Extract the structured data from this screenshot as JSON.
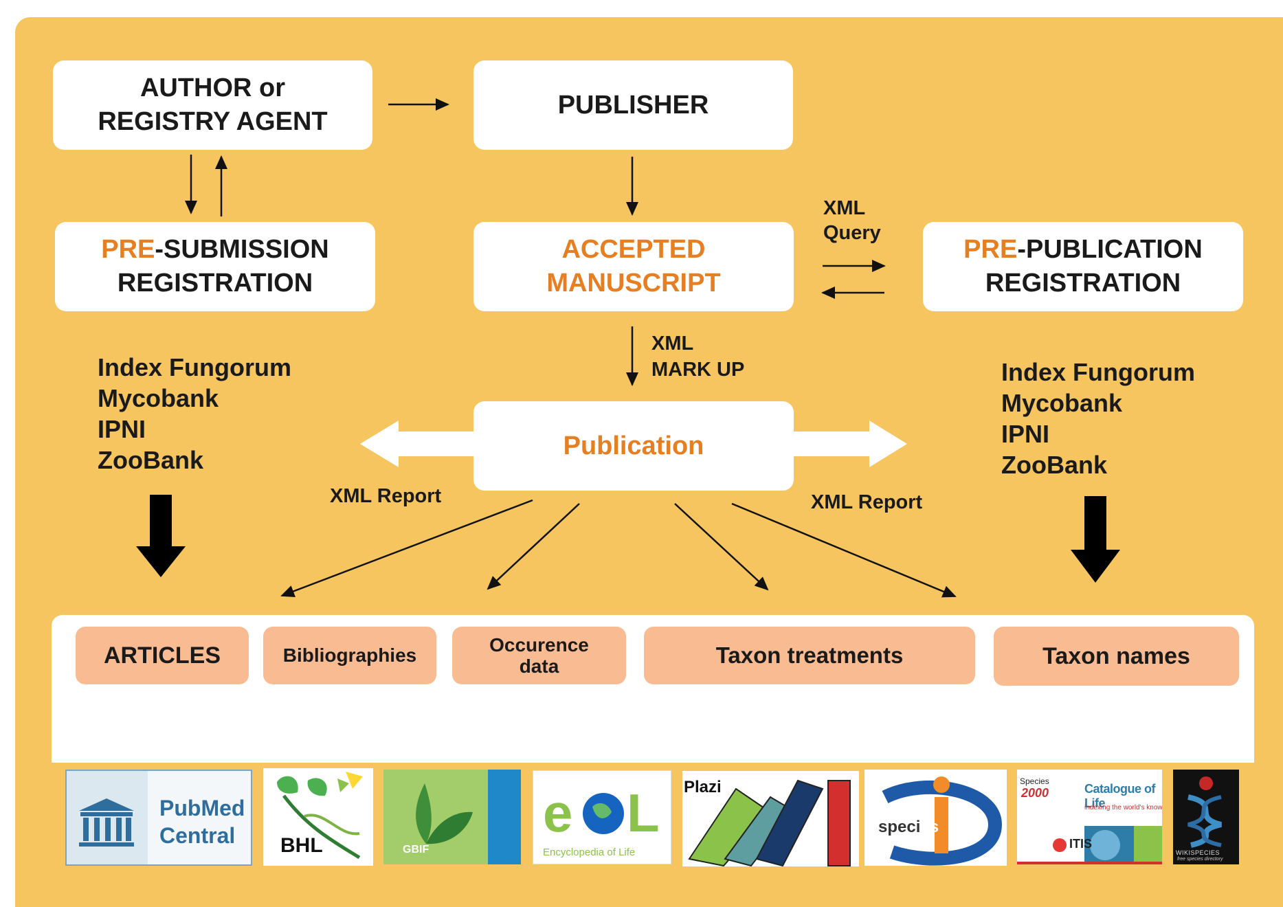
{
  "boxes": {
    "author": "AUTHOR or\nREGISTRY AGENT",
    "publisher": "PUBLISHER",
    "pre_submission": {
      "prefix": "PRE",
      "rest": "-SUBMISSION",
      "line2": "REGISTRATION"
    },
    "accepted": {
      "line1": "ACCEPTED",
      "line2": "MANUSCRIPT"
    },
    "pre_publication": {
      "prefix": "PRE",
      "rest": "-PUBLICATION",
      "line2": "REGISTRATION"
    },
    "publication": "Publication"
  },
  "labels": {
    "xml_query_1": "XML",
    "xml_query_2": "Query",
    "xml_markup_1": "XML",
    "xml_markup_2": "MARK UP",
    "xml_report_left": "XML Report",
    "xml_report_right": "XML Report"
  },
  "registries_left": [
    "Index Fungorum",
    "Mycobank",
    "IPNI",
    "ZooBank"
  ],
  "registries_right": [
    "Index Fungorum",
    "Mycobank",
    "IPNI",
    "ZooBank"
  ],
  "categories": {
    "articles": "ARTICLES",
    "bibliographies": "Bibliographies",
    "occurence_1": "Occurence",
    "occurence_2": "data",
    "treatments": "Taxon treatments",
    "names": "Taxon names"
  },
  "logos": {
    "pubmed_1": "PubMed",
    "pubmed_2": "Central",
    "bhl": "BHL",
    "gbif": "GBIF",
    "eol": "Encyclopedia of Life",
    "plazi": "Plazi",
    "species_1": "speci",
    "species_2": "es",
    "col_species": "Species",
    "col_2000": "2000",
    "col_title": "Catalogue of Life",
    "col_sub": "indexing the world's known spe",
    "col_itis": "ITIS",
    "wikispecies": "WIKISPECIES",
    "wikispecies_sub": "free species directory"
  },
  "colors": {
    "background": "#f6c55f",
    "highlight": "#e67e22",
    "category": "#f9bb92",
    "text": "#1a1a1a"
  }
}
